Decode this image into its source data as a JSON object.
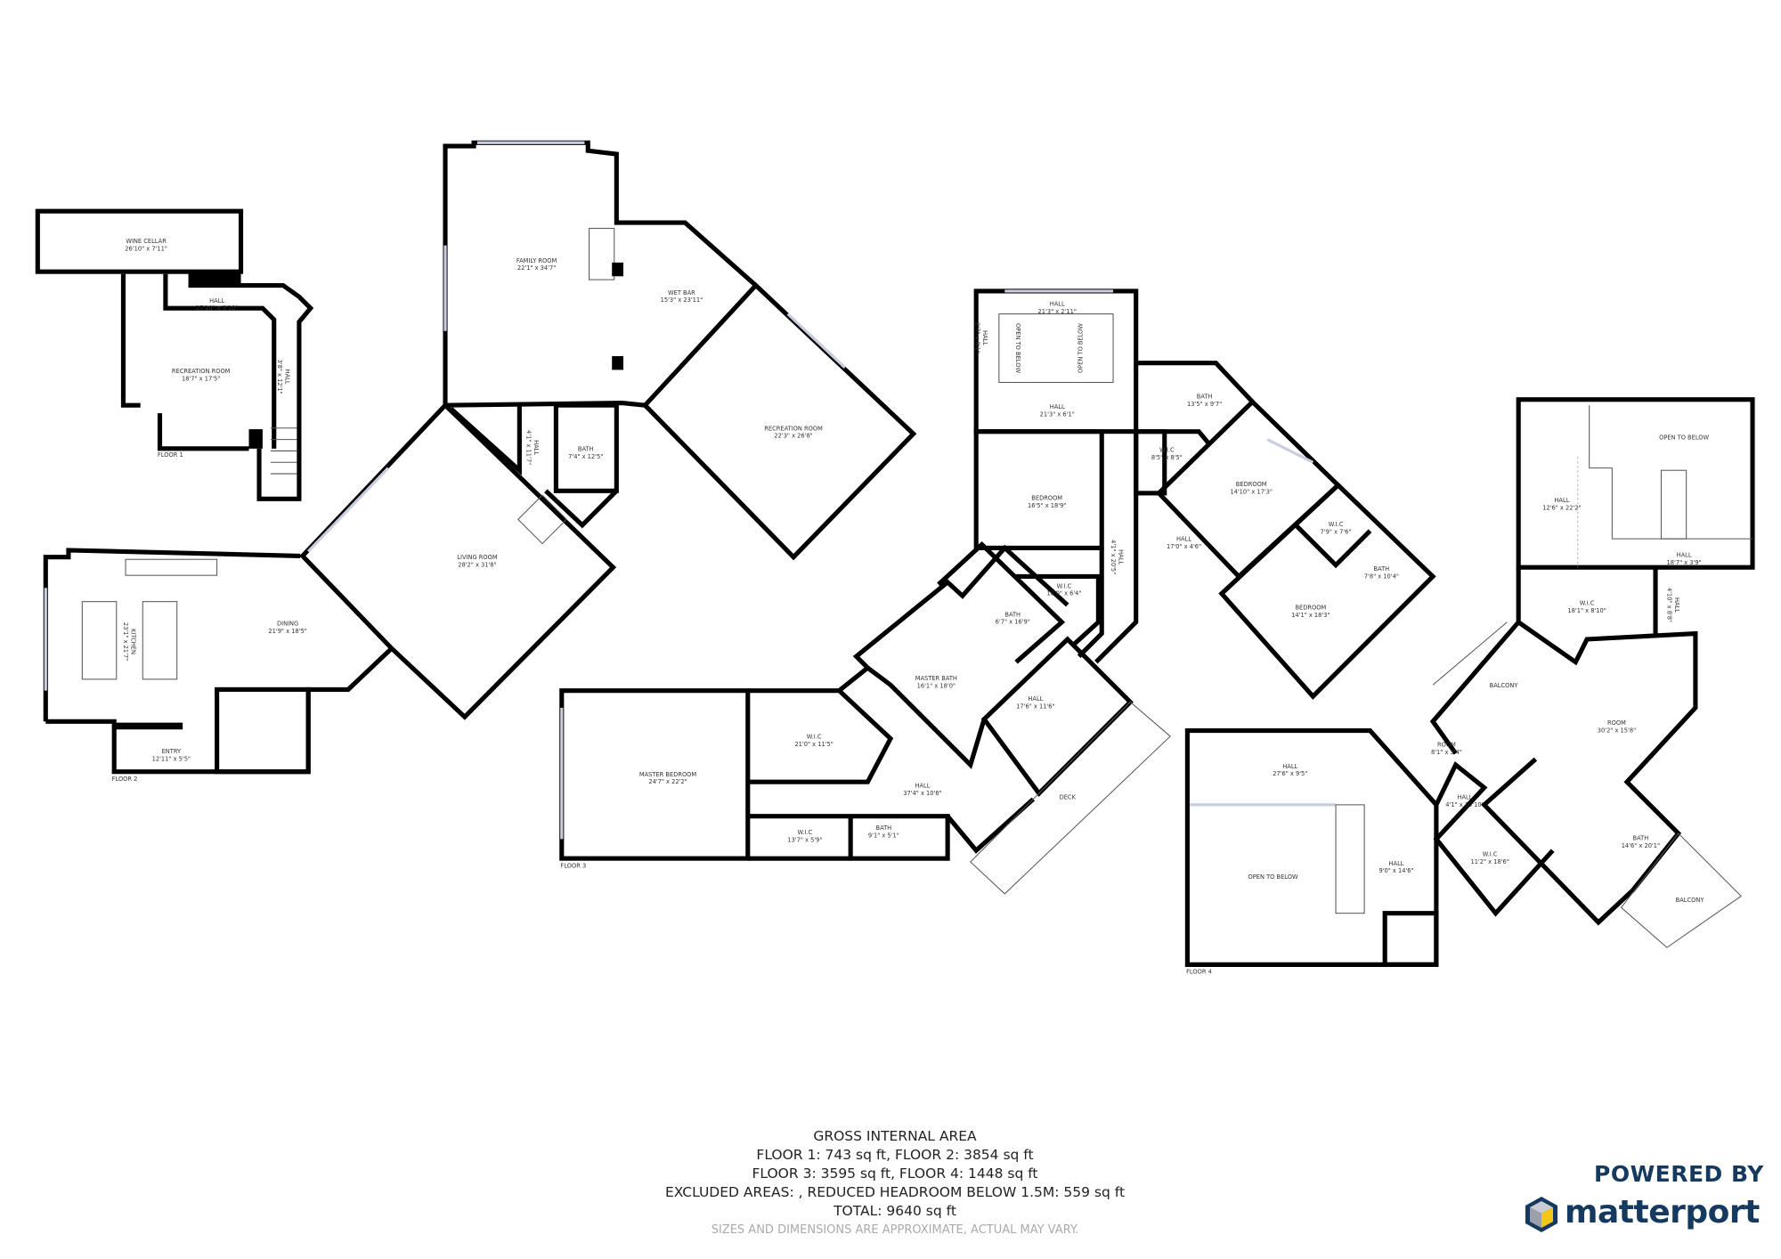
{
  "floors": [
    {
      "label": "FLOOR 1",
      "rooms": [
        {
          "name": "WINE CELLAR",
          "dims": "26'10\" x 7'11\""
        },
        {
          "name": "HALL",
          "dims": "17'10\" x 3'10\""
        },
        {
          "name": "RECREATION ROOM",
          "dims": "18'7\" x 17'5\""
        },
        {
          "name": "HALL",
          "dims": "3'8\" x 12'1\""
        }
      ]
    },
    {
      "label": "FLOOR 2",
      "rooms": [
        {
          "name": "FAMILY ROOM",
          "dims": "22'1\" x 34'7\""
        },
        {
          "name": "WET BAR",
          "dims": "15'3\" x 23'11\""
        },
        {
          "name": "RECREATION ROOM",
          "dims": "22'3\" x 26'8\""
        },
        {
          "name": "HALL",
          "dims": "4'1\" x 11'7\""
        },
        {
          "name": "BATH",
          "dims": "7'4\" x 12'5\""
        },
        {
          "name": "LIVING ROOM",
          "dims": "28'2\" x 31'8\""
        },
        {
          "name": "DINING",
          "dims": "21'9\" x 18'5\""
        },
        {
          "name": "KITCHEN",
          "dims": "23'1\" x 21'7\""
        },
        {
          "name": "ENTRY",
          "dims": "12'11\" x 5'5\""
        }
      ]
    },
    {
      "label": "FLOOR 3",
      "rooms": [
        {
          "name": "MASTER BEDROOM",
          "dims": "24'7\" x 22'2\""
        },
        {
          "name": "W.I.C",
          "dims": "21'0\" x 11'5\""
        },
        {
          "name": "MASTER BATH",
          "dims": "16'1\" x 18'0\""
        },
        {
          "name": "BATH",
          "dims": "6'7\" x 16'9\""
        },
        {
          "name": "W.I.C",
          "dims": "10'0\" x 6'4\""
        },
        {
          "name": "HALL",
          "dims": "17'6\" x 11'6\""
        },
        {
          "name": "HALL",
          "dims": "37'4\" x 10'6\""
        },
        {
          "name": "W.I.C",
          "dims": "13'7\" x 5'9\""
        },
        {
          "name": "BATH",
          "dims": "9'1\" x 5'1\""
        },
        {
          "name": "DECK",
          "dims": ""
        },
        {
          "name": "HALL",
          "dims": "21'3\" x 2'11\""
        },
        {
          "name": "HALL",
          "dims": "21'3\" x 6'1\""
        },
        {
          "name": "HALL",
          "dims": "2'7\" x 8'1\""
        },
        {
          "name": "OPEN TO BELOW",
          "dims": ""
        },
        {
          "name": "OPEN TO BELOW",
          "dims": ""
        },
        {
          "name": "BEDROOM",
          "dims": "16'5\" x 18'9\""
        },
        {
          "name": "HALL",
          "dims": "4'1\" x 20'5\""
        },
        {
          "name": "BATH",
          "dims": "13'5\" x 9'7\""
        },
        {
          "name": "W.I.C",
          "dims": "8'5\" x 8'5\""
        },
        {
          "name": "BEDROOM",
          "dims": "14'10\" x 17'3\""
        },
        {
          "name": "HALL",
          "dims": "17'0\" x 4'6\""
        },
        {
          "name": "W.I.C",
          "dims": "7'9\" x 7'6\""
        },
        {
          "name": "BATH",
          "dims": "7'8\" x 10'4\""
        },
        {
          "name": "BEDROOM",
          "dims": "14'1\" x 18'3\""
        }
      ]
    },
    {
      "label": "FLOOR 4",
      "rooms": [
        {
          "name": "OPEN TO BELOW",
          "dims": ""
        },
        {
          "name": "HALL",
          "dims": "12'6\" x 22'2\""
        },
        {
          "name": "HALL",
          "dims": "18'7\" x 3'9\""
        },
        {
          "name": "W.I.C",
          "dims": "18'1\" x 8'10\""
        },
        {
          "name": "HALL",
          "dims": "4'10\" x 8'8\""
        },
        {
          "name": "BALCONY",
          "dims": ""
        },
        {
          "name": "ROOM",
          "dims": "30'2\" x 15'8\""
        },
        {
          "name": "ROOM",
          "dims": "8'1\" x 3'4\""
        },
        {
          "name": "HALL",
          "dims": "4'1\" x 10'10\""
        },
        {
          "name": "HALL",
          "dims": "27'6\" x 9'5\""
        },
        {
          "name": "W.I.C",
          "dims": "11'2\" x 18'6\""
        },
        {
          "name": "HALL",
          "dims": "9'0\" x 14'6\""
        },
        {
          "name": "OPEN TO BELOW",
          "dims": ""
        },
        {
          "name": "BATH",
          "dims": "14'6\" x 20'1\""
        },
        {
          "name": "BALCONY",
          "dims": ""
        }
      ]
    }
  ],
  "summary": {
    "title": "GROSS INTERNAL AREA",
    "line1": "FLOOR 1: 743 sq ft, FLOOR 2: 3854 sq ft",
    "line2": "FLOOR 3: 3595 sq ft, FLOOR 4: 1448 sq ft",
    "line3": "EXCLUDED AREAS: , REDUCED HEADROOM BELOW 1.5M: 559 sq ft",
    "total": "TOTAL: 9640 sq ft",
    "disclaimer": "SIZES AND DIMENSIONS ARE APPROXIMATE, ACTUAL MAY VARY."
  },
  "branding": {
    "powered_by": "POWERED BY",
    "logo_text": "matterport",
    "colors": {
      "navy": "#163a5f",
      "yellow": "#f5c518",
      "gray": "#9aa0a8"
    }
  }
}
